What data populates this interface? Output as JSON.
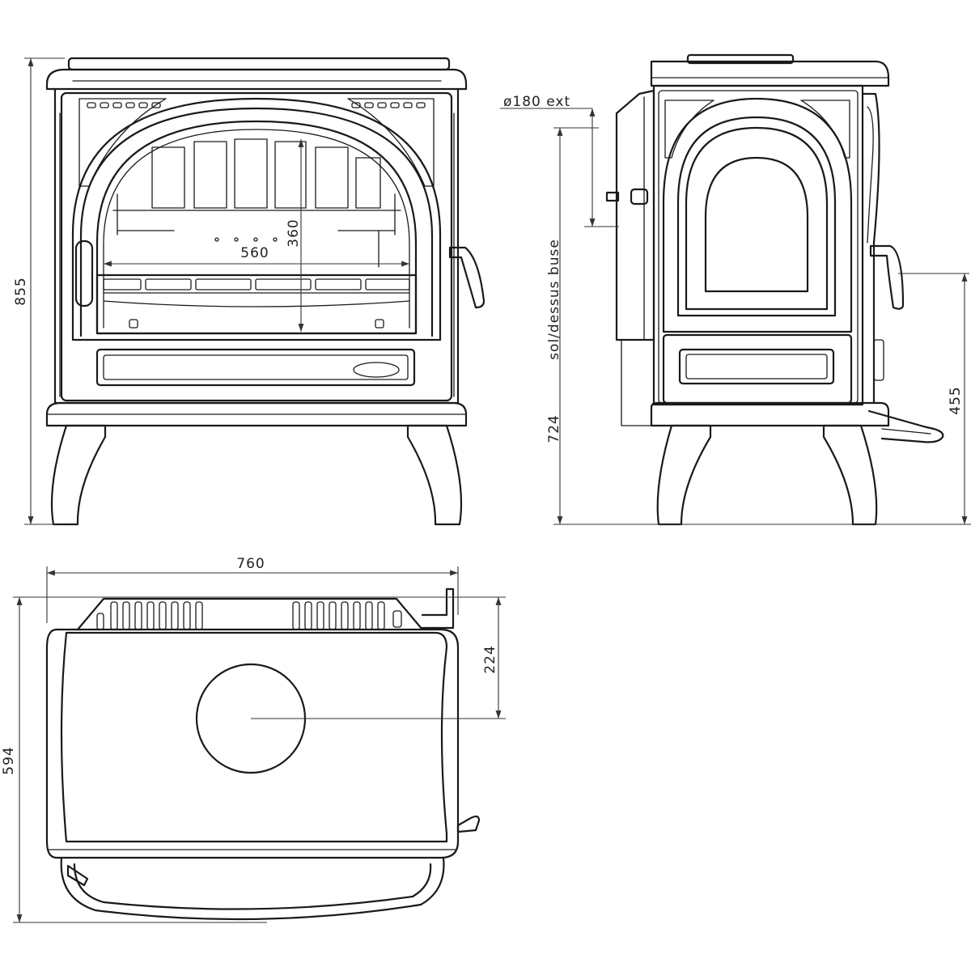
{
  "colors": {
    "line": "#1a1a1a",
    "background": "#ffffff"
  },
  "front_view": {
    "overall_height": "855",
    "firebox_width": "560",
    "firebox_height": "360"
  },
  "side_view": {
    "flue_diameter": "ø180 ext",
    "floor_to_flue_height": "724",
    "floor_to_flue_label": "sol/dessus buse",
    "rear_outlet_height": "455"
  },
  "top_view": {
    "overall_width": "760",
    "overall_depth": "594",
    "flue_center_offset": "224"
  }
}
